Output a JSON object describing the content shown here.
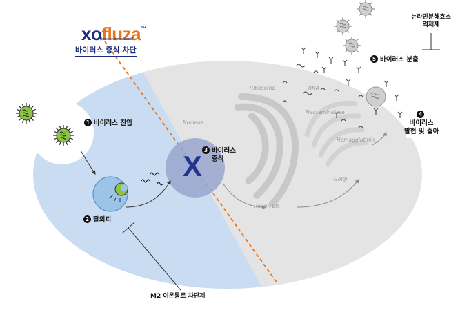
{
  "logo": {
    "brand_part1": "xo",
    "brand_part2": "fluza",
    "trademark": "™",
    "generic_name": "(baloxavir marboxil)"
  },
  "subtitle": "바이러스 증식 차단",
  "steps": {
    "s1": {
      "num": "1",
      "label": "바이러스 진입"
    },
    "s2": {
      "num": "2",
      "label": "탈외피"
    },
    "s3": {
      "num": "3",
      "line1": "바이러스",
      "line2": "증식"
    },
    "s4": {
      "num": "4",
      "line1": "바이러스",
      "line2": "발현 및 출아"
    },
    "s5": {
      "num": "5",
      "label": "바이러스 분출"
    }
  },
  "structures": {
    "nucleus": "Nucleus",
    "ribosome": "Ribosome",
    "rna": "RNA",
    "neuraminidase": "Neuraminidase",
    "hemagglutinin": "Hemagglutinin",
    "golgi": "Golgi",
    "rough_er": "Rough ER"
  },
  "block_mark": "X",
  "inhibitors": {
    "neuraminidase_line1": "뉴라민분해효소",
    "neuraminidase_line2": "억제제",
    "m2": "M2 이온통로 차단제"
  },
  "colors": {
    "left_cell": "#c9dcf2",
    "right_cell": "#e4e4e4",
    "divider": "#e8751a",
    "virus": "#8cc63f",
    "brand_navy": "#1d2d7a",
    "x_mark": "#23348c"
  }
}
